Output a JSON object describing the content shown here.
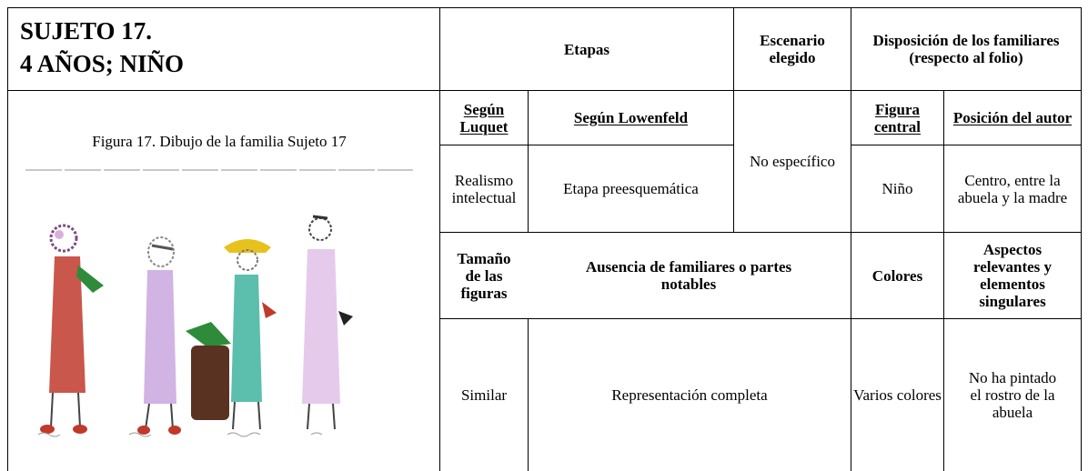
{
  "subject": {
    "line1": "SUJETO 17.",
    "line2": "4 AÑOS; NIÑO"
  },
  "headers": {
    "etapas": "Etapas",
    "escenario": "Escenario elegido",
    "disposicion": "Disposición de los familiares (respecto al folio)",
    "luquet": "Según Luquet",
    "lowenfeld": "Según Lowenfeld",
    "figura_central": "Figura central",
    "posicion_autor": "Posición del autor",
    "tamano": "Tamaño de las figuras",
    "ausencia": "Ausencia de familiares o partes notables",
    "colores": "Colores",
    "aspectos": "Aspectos relevantes y elementos singulares"
  },
  "values": {
    "luquet": "Realismo intelectual",
    "lowenfeld": "Etapa preesquemática",
    "escenario": "No específico",
    "figura_central": "Niño",
    "posicion_autor": "Centro, entre la abuela y la madre",
    "tamano": "Similar",
    "ausencia": "Representación completa",
    "colores": "Varios colores",
    "aspectos": "No ha pintado el rostro de la abuela"
  },
  "figure": {
    "caption": "Figura 17. Dibujo de la familia Sujeto 17"
  },
  "colors": {
    "red": "#c0392b",
    "lilac": "#c9a6df",
    "teal": "#3fb4a0",
    "green": "#2e8b3a",
    "brown": "#5a3222",
    "yellow": "#e8c21c"
  }
}
